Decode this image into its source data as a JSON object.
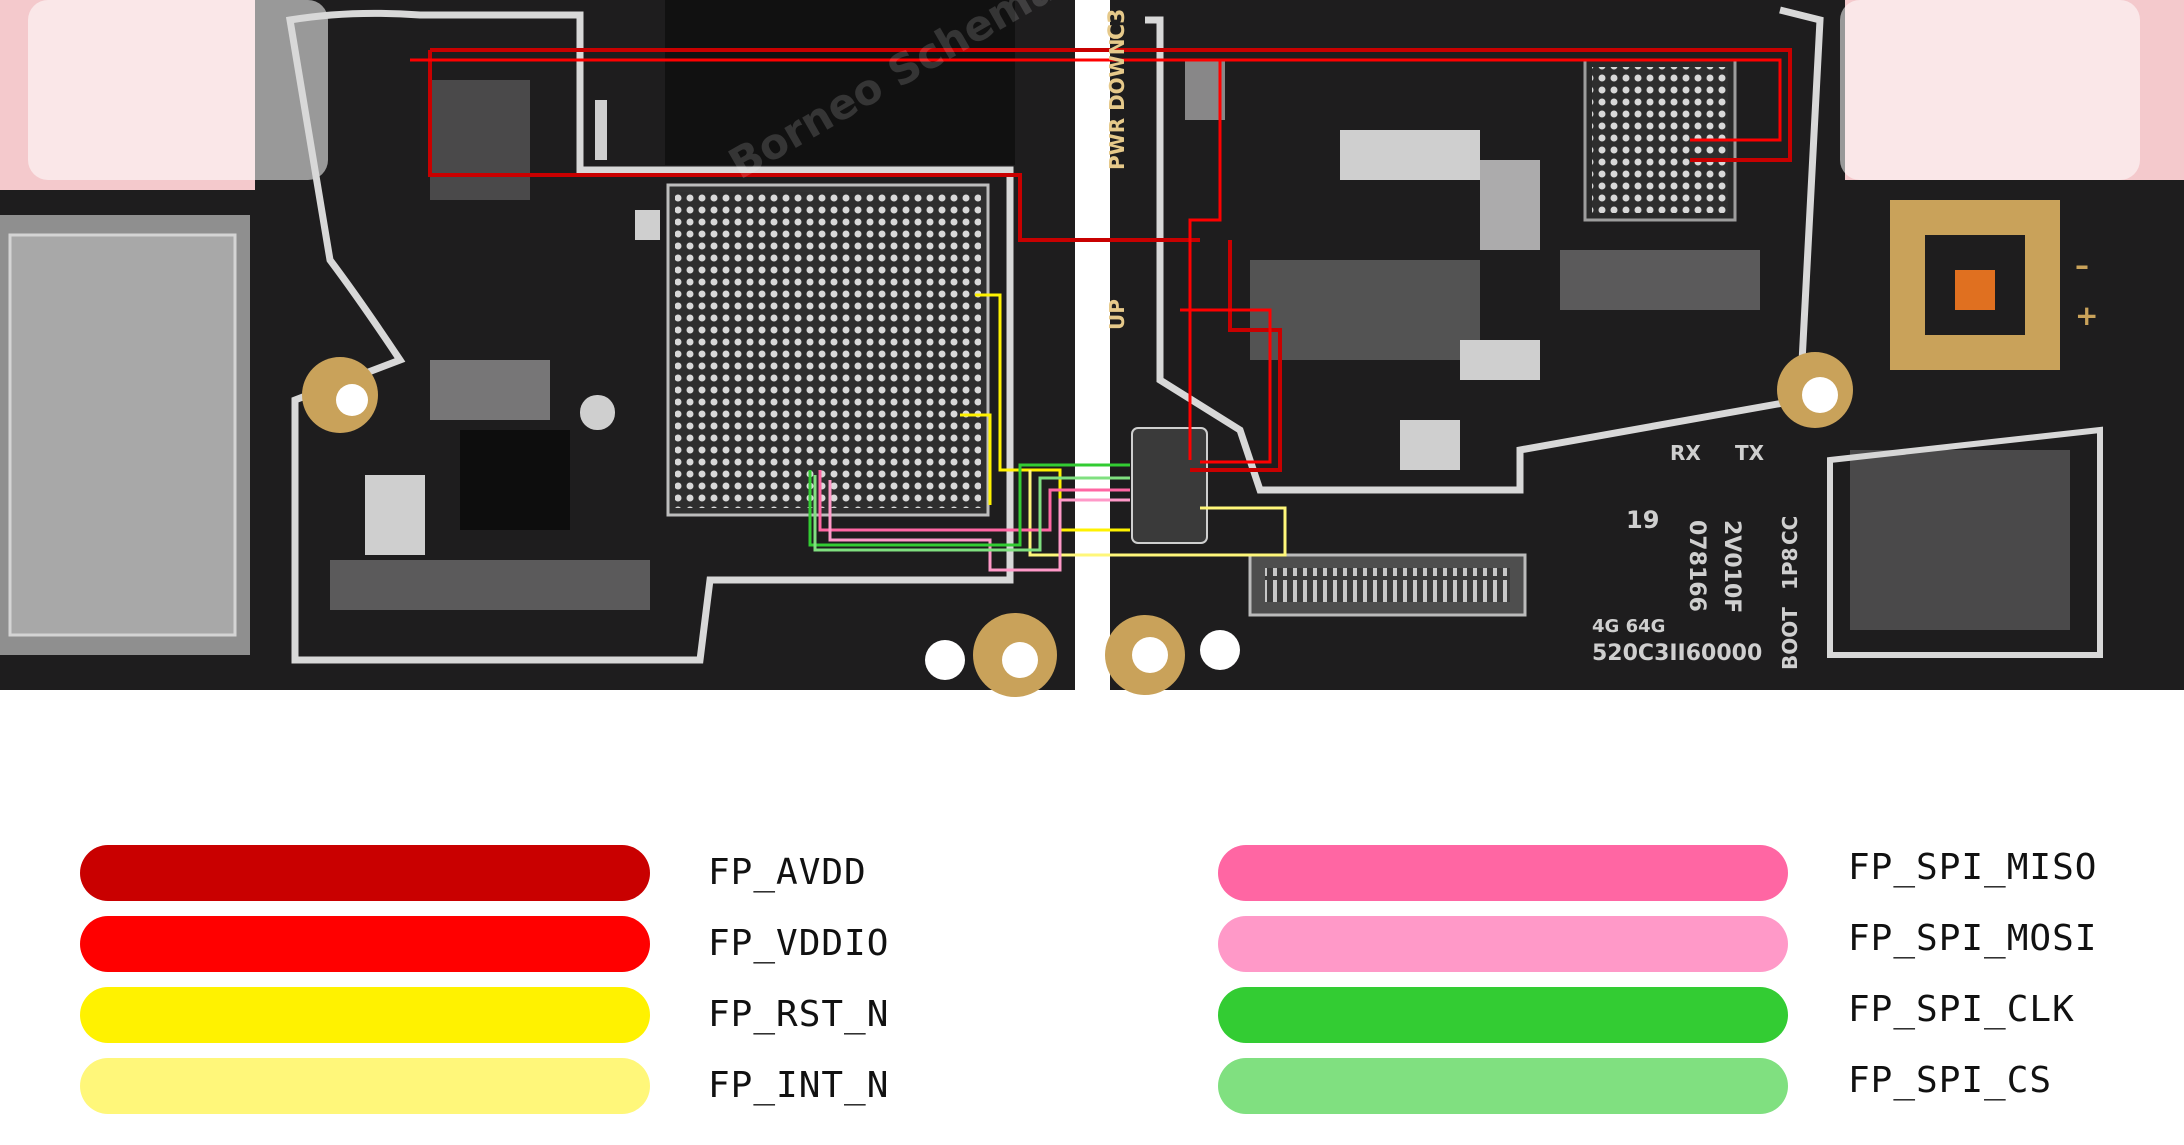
{
  "board": {
    "silkscreen": {
      "pwr_down": "PWR DOWN",
      "up": "UP",
      "c3": "C3",
      "rx": "RX",
      "tx": "TX",
      "one_p8": "1P8",
      "cc": "CC",
      "boot": "BOOT",
      "code_19": "19",
      "code_2v": "2V010F",
      "code_078": "078166",
      "mem": "4G 64G",
      "serial": "520C3II60000",
      "watermark": "Borneo Schematics",
      "minus": "–",
      "plus": "+"
    },
    "colors": {
      "pcb": "#1e1d1e",
      "trace_outline": "#d8d8d8",
      "gold": "#c9a25a",
      "pink_bg": "#f4c9cc"
    }
  },
  "legend": {
    "left": [
      {
        "label": "FP_AVDD",
        "color": "#c90000"
      },
      {
        "label": "FP_VDDIO",
        "color": "#ff0000"
      },
      {
        "label": "FP_RST_N",
        "color": "#fff200"
      },
      {
        "label": "FP_INT_N",
        "color": "#fff77a"
      }
    ],
    "right": [
      {
        "label": "FP_SPI_MISO",
        "color": "#ff66a3"
      },
      {
        "label": "FP_SPI_MOSI",
        "color": "#ff99c8"
      },
      {
        "label": "FP_SPI_CLK",
        "color": "#33cc33"
      },
      {
        "label": "FP_SPI_CS",
        "color": "#80e080"
      }
    ]
  }
}
